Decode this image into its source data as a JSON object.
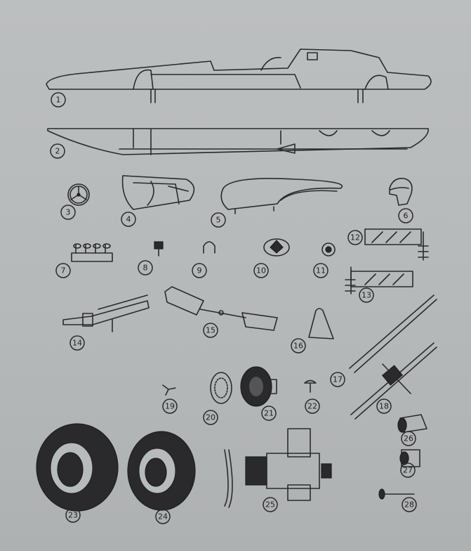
{
  "title": "Parts diagram - slot car kit",
  "parts": [
    "1",
    "2",
    "3",
    "4",
    "5",
    "6",
    "7",
    "8",
    "9",
    "10",
    "11",
    "12",
    "13",
    "14",
    "15",
    "16",
    "17",
    "18",
    "19",
    "20",
    "21",
    "22",
    "23",
    "24",
    "25",
    "26",
    "27",
    "28"
  ],
  "colors": {
    "paper": "#b8bbbc",
    "ink": "#2a2a2c"
  }
}
